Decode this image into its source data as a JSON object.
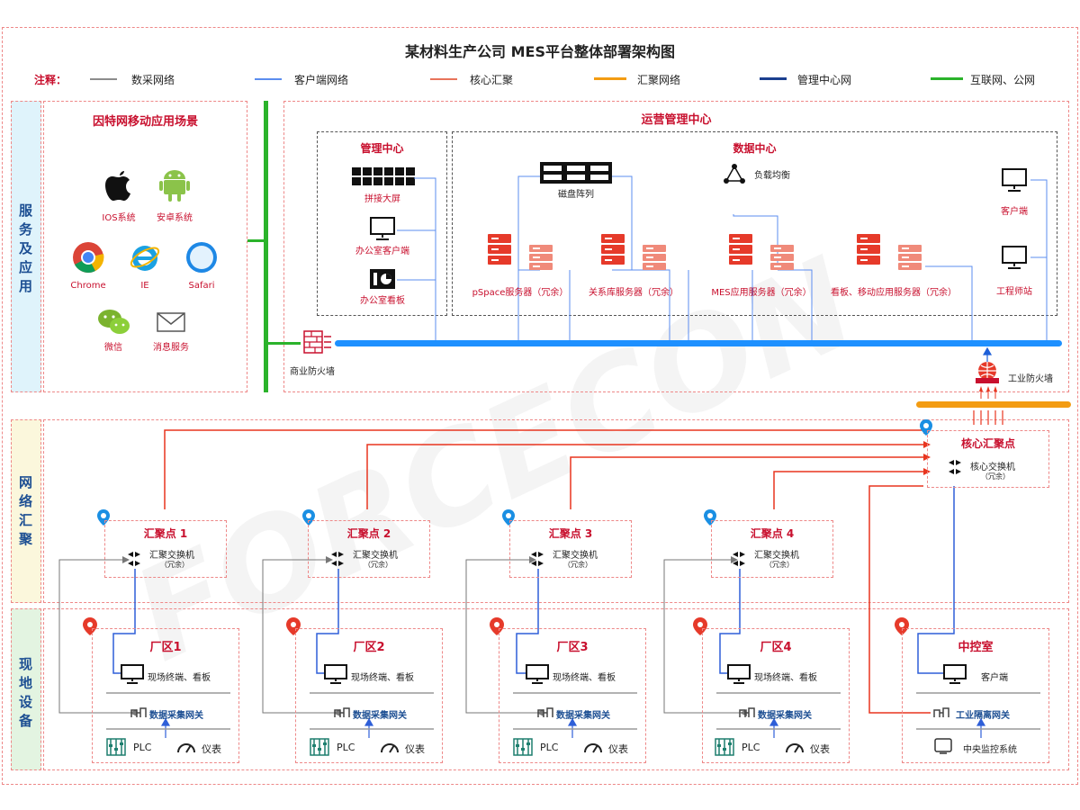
{
  "title": "某材料生产公司 MES平台整体部署架构图",
  "legend": {
    "label": "注释：",
    "items": [
      {
        "name": "数采网络",
        "color": "#8c8c8c"
      },
      {
        "name": "客户端网络",
        "color": "#5b8def"
      },
      {
        "name": "核心汇聚",
        "color": "#e8735a"
      },
      {
        "name": "汇聚网络",
        "color": "#f39c12"
      },
      {
        "name": "管理中心网",
        "color": "#1b3f8f"
      },
      {
        "name": "互联网、公网",
        "color": "#2bb32b"
      }
    ]
  },
  "sections": {
    "service": "服务及应用",
    "network": "网络汇聚",
    "field": "现地设备"
  },
  "mobile": {
    "title": "因特网移动应用场景",
    "items": [
      "IOS系统",
      "安卓系统",
      "Chrome",
      "IE",
      "Safari",
      "微信",
      "消息服务"
    ]
  },
  "firewall_commercial": "商业防火墙",
  "firewall_industrial": "工业防火墙",
  "ops": {
    "title": "运营管理中心",
    "mgmt": {
      "title": "管理中心",
      "items": [
        "拼接大屏",
        "办公室客户端",
        "办公室看板"
      ]
    },
    "datacenter": {
      "title": "数据中心",
      "disk": "磁盘阵列",
      "lb": "负载均衡",
      "servers": [
        "pSpace服务器（冗余）",
        "关系库服务器（冗余）",
        "MES应用服务器（冗余）",
        "看板、移动应用服务器（冗余）"
      ],
      "client": "客户端",
      "engineer": "工程师站"
    }
  },
  "core": {
    "title": "核心汇聚点",
    "switch": "核心交换机",
    "note": "（冗余）"
  },
  "agg": [
    {
      "title": "汇聚点 1",
      "switch": "汇聚交换机",
      "note": "（冗余）"
    },
    {
      "title": "汇聚点 2",
      "switch": "汇聚交换机",
      "note": "（冗余）"
    },
    {
      "title": "汇聚点 3",
      "switch": "汇聚交换机",
      "note": "（冗余）"
    },
    {
      "title": "汇聚点 4",
      "switch": "汇聚交换机",
      "note": "（冗余）"
    }
  ],
  "plants": [
    {
      "title": "厂区1",
      "terminal": "现场终端、看板",
      "gateway": "数据采集网关",
      "plc": "PLC",
      "meter": "仪表"
    },
    {
      "title": "厂区2",
      "terminal": "现场终端、看板",
      "gateway": "数据采集网关",
      "plc": "PLC",
      "meter": "仪表"
    },
    {
      "title": "厂区3",
      "terminal": "现场终端、看板",
      "gateway": "数据采集网关",
      "plc": "PLC",
      "meter": "仪表"
    },
    {
      "title": "厂区4",
      "terminal": "现场终端、看板",
      "gateway": "数据采集网关",
      "plc": "PLC",
      "meter": "仪表"
    }
  ],
  "control": {
    "title": "中控室",
    "client": "客户端",
    "gateway": "工业隔离网关",
    "system": "中央监控系统"
  }
}
